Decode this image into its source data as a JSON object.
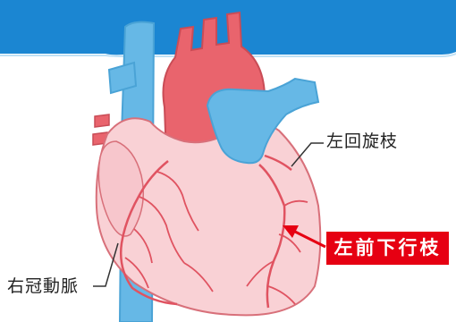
{
  "labels": {
    "left_circumflex": "左回旋枝",
    "left_anterior_descending": "左前下行枝",
    "right_coronary": "右冠動脈"
  },
  "colors": {
    "header_band": "#1b86d2",
    "vessel_blue": "#66b8e6",
    "aorta_red": "#e9646d",
    "heart_fill": "#f9d1d5",
    "heart_outline": "#d8707a",
    "artery_red": "#e05361",
    "highlight_red": "#e60012"
  }
}
